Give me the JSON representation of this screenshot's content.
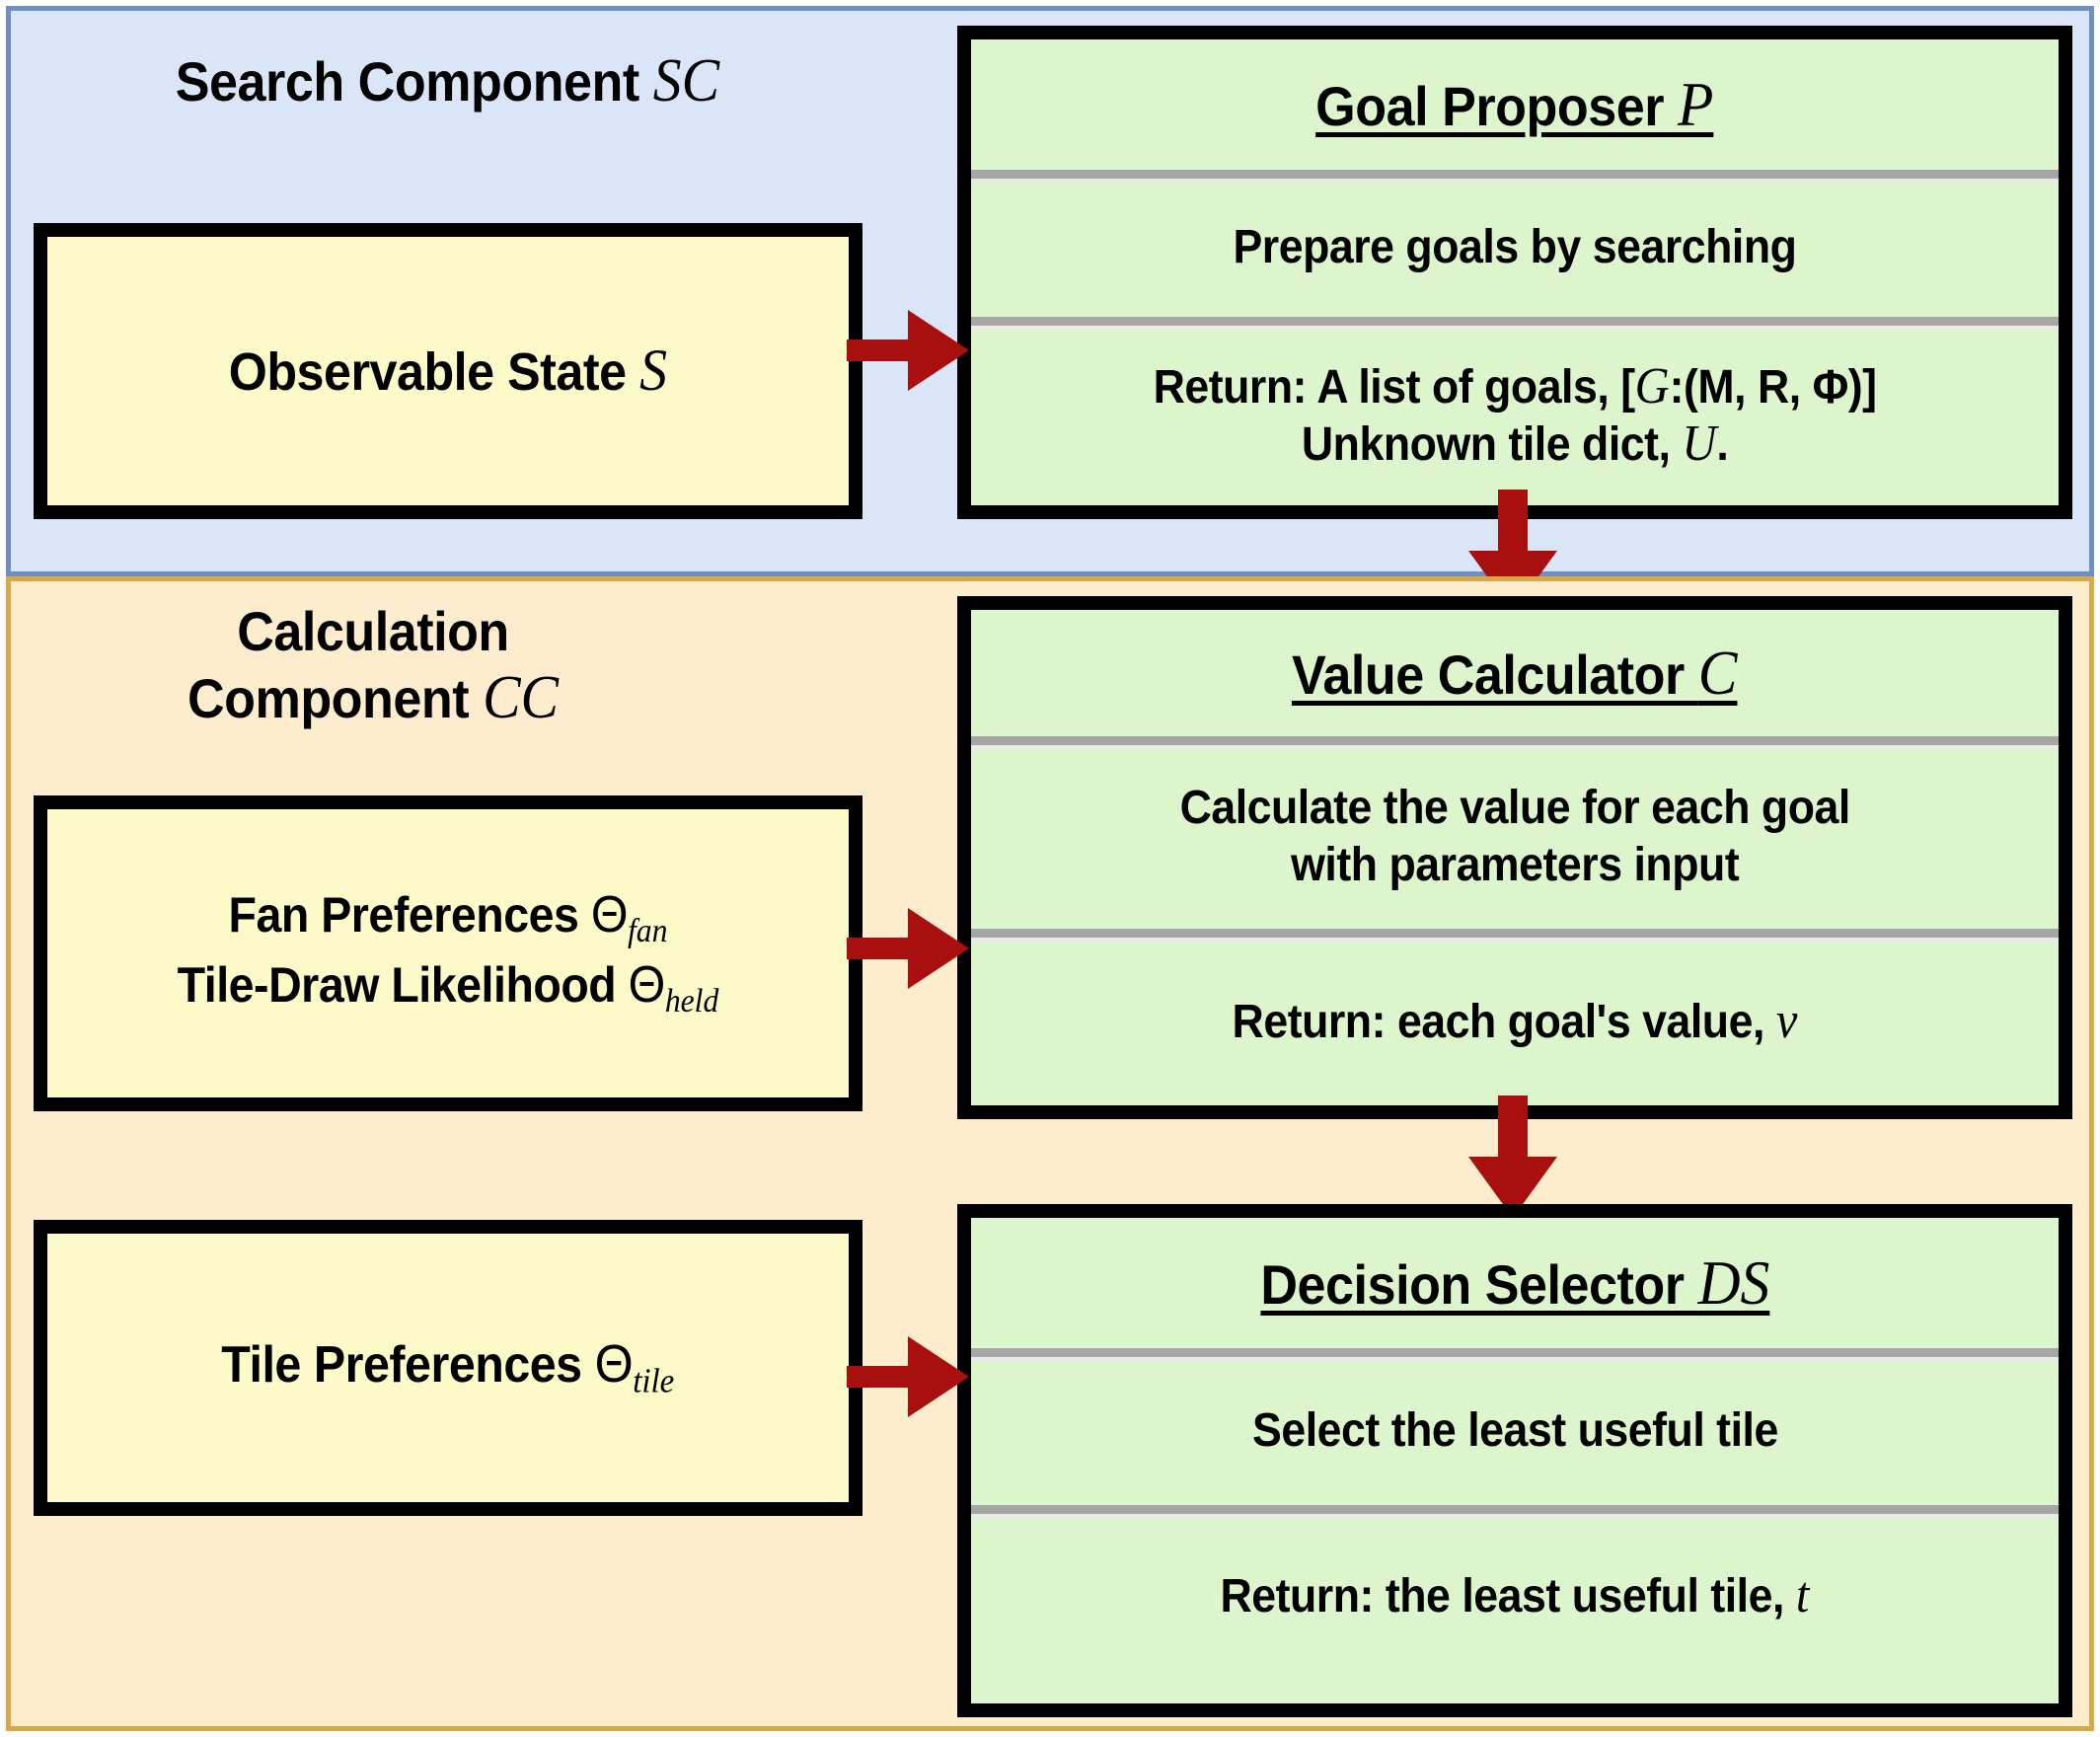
{
  "diagram": {
    "title": "Agent architecture: Search Component and Calculation Component",
    "colors": {
      "panel_search_bg": "#dbe5f8",
      "panel_search_border": "#6f8ec4",
      "panel_calc_bg": "#fdeccd",
      "panel_calc_border": "#d8a847",
      "input_box_bg": "#fcfac8",
      "module_box_bg": "#ddf5cc",
      "box_border": "#000000",
      "arrow": "#a81010",
      "divider": "#a6a6a6"
    }
  },
  "panels": [
    {
      "id": "search-component",
      "label_text": "Search Component ",
      "label_symbol": "SC"
    },
    {
      "id": "calculation-component",
      "label_line1": "Calculation",
      "label_line2": "Component ",
      "label_symbol": "CC"
    }
  ],
  "inputs": [
    {
      "id": "observable-state",
      "text": "Observable State ",
      "symbol": "S"
    },
    {
      "id": "fan-preferences",
      "line1_text": "Fan Preferences ",
      "line1_symbol": "Θ",
      "line1_subscript": "fan",
      "line2_text": "Tile-Draw Likelihood ",
      "line2_symbol": "Θ",
      "line2_subscript": "held"
    },
    {
      "id": "tile-preferences",
      "text": "Tile Preferences ",
      "symbol": "Θ",
      "subscript": "tile"
    }
  ],
  "modules": [
    {
      "id": "goal-proposer",
      "title_text": "Goal Proposer ",
      "title_symbol": "P",
      "action": "Prepare goals by searching",
      "return_line1_pre": "Return: A list of goals, [",
      "return_line1_symbol": "G",
      "return_line1_post": ":(M, R, Φ)]",
      "return_line2_pre": "Unknown tile dict, ",
      "return_line2_symbol": "U",
      "return_line2_post": "."
    },
    {
      "id": "value-calculator",
      "title_text": "Value Calculator ",
      "title_symbol": "C",
      "action_line1": "Calculate the value for each goal",
      "action_line2": "with parameters input",
      "return_pre": "Return: each goal's value, ",
      "return_symbol": "v"
    },
    {
      "id": "decision-selector",
      "title_text": "Decision Selector ",
      "title_symbol": "DS",
      "action": "Select the least useful tile",
      "return_pre": "Return: the least useful tile, ",
      "return_symbol": "t"
    }
  ],
  "arrows": [
    {
      "id": "state-to-proposer",
      "direction": "right"
    },
    {
      "id": "proposer-to-calculator",
      "direction": "down"
    },
    {
      "id": "fan-to-calculator",
      "direction": "right"
    },
    {
      "id": "calculator-to-selector",
      "direction": "down"
    },
    {
      "id": "tile-to-selector",
      "direction": "right"
    }
  ]
}
